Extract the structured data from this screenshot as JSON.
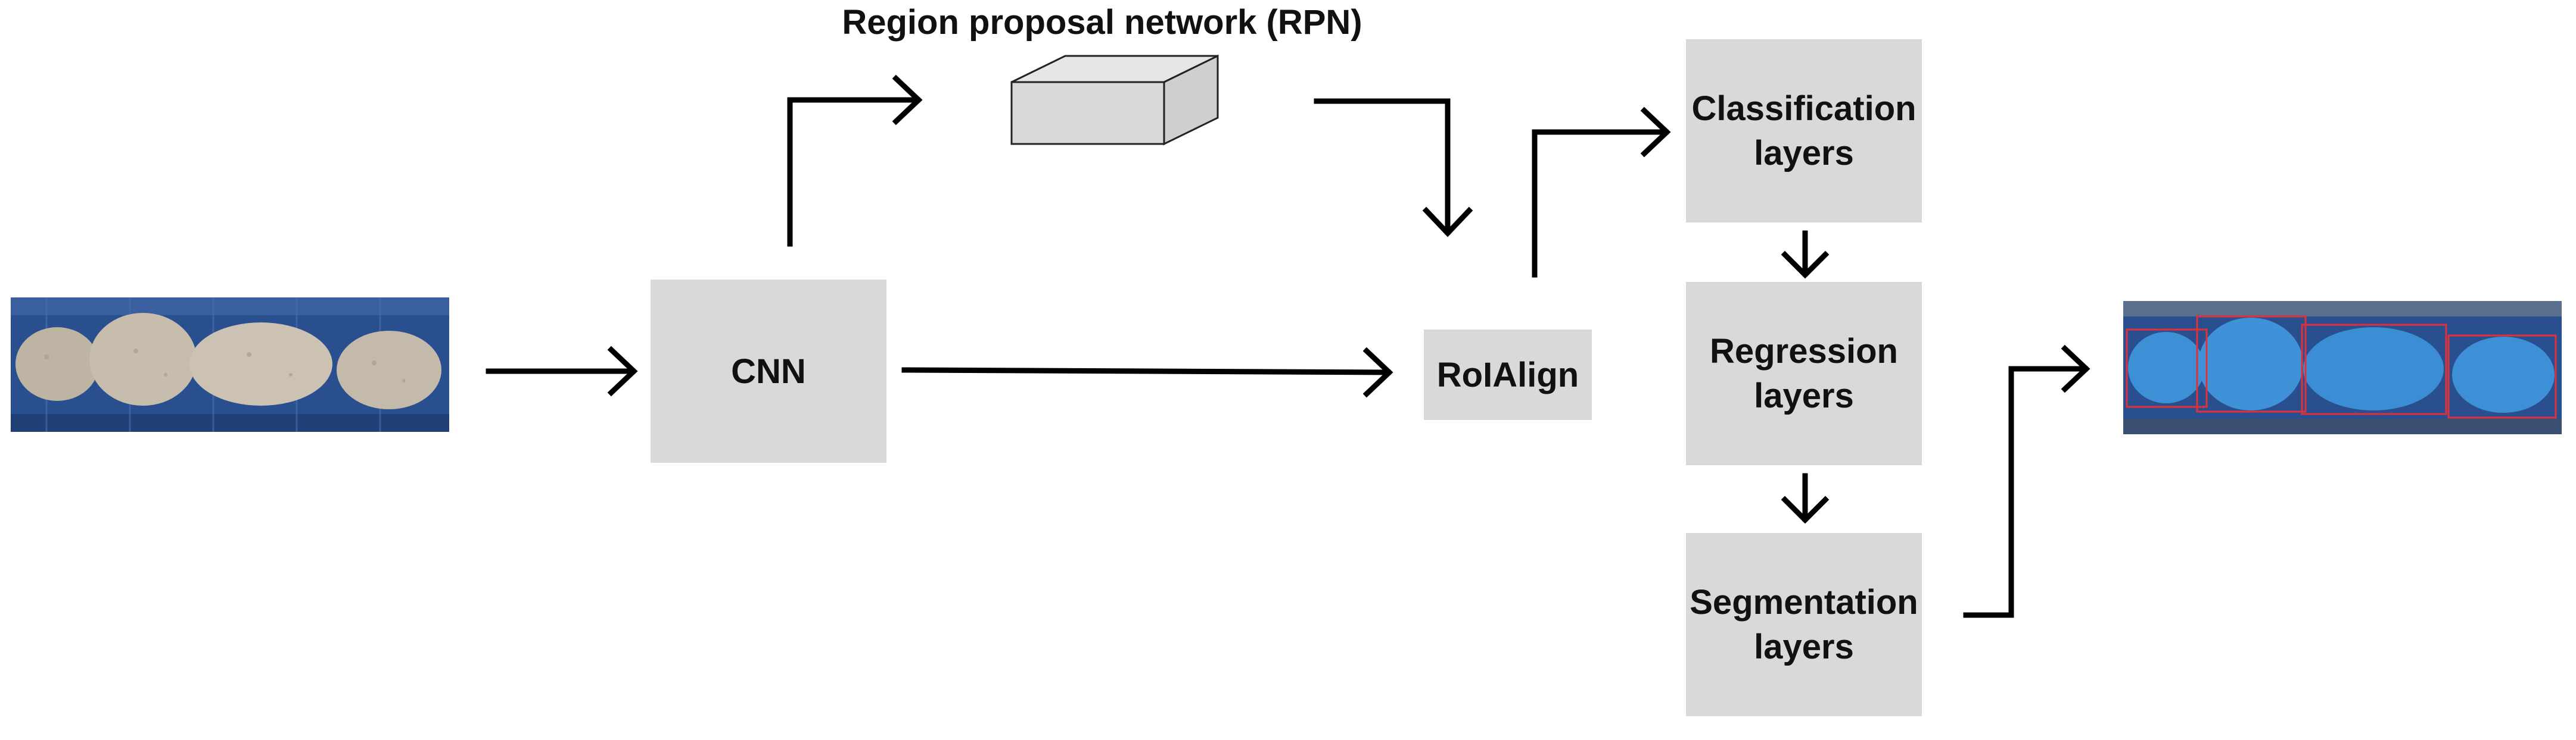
{
  "diagram": {
    "rpn_title": "Region proposal network (RPN)",
    "nodes": {
      "cnn": "CNN",
      "roialign": "RoIAlign",
      "classification": "Classification\nlayers",
      "regression": "Regression\nlayers",
      "segmentation": "Segmentation\nlayers"
    },
    "images": {
      "input": "input-potato-photo",
      "output": "segmented-potato-photo"
    },
    "colors": {
      "box_fill": "#d9d9d9",
      "arrow": "#000000",
      "mask_blue": "#3d8fd6",
      "bbox_red": "#e0303a",
      "conveyor_blue": "#2a4f8f"
    }
  }
}
